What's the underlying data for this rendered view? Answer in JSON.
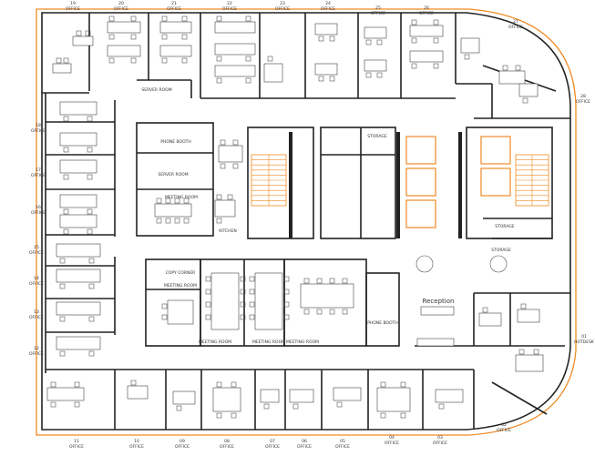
{
  "colors": {
    "wall": "#222222",
    "accent": "#f08a24",
    "background": "#ffffff"
  },
  "offices": [
    {
      "num": "19",
      "label": "OFFICE"
    },
    {
      "num": "20",
      "label": "OFFICE"
    },
    {
      "num": "21",
      "label": "OFFICE"
    },
    {
      "num": "22",
      "label": "OFFICE"
    },
    {
      "num": "23",
      "label": "OFFICE"
    },
    {
      "num": "24",
      "label": "OFFICE"
    },
    {
      "num": "25",
      "label": "OFFICE"
    },
    {
      "num": "26",
      "label": "OFFICE"
    },
    {
      "num": "27",
      "label": "OFFICE"
    },
    {
      "num": "28",
      "label": "OFFICE"
    },
    {
      "num": "18",
      "label": "OFFICE"
    },
    {
      "num": "17",
      "label": "OFFICE"
    },
    {
      "num": "16",
      "label": "OFFICE"
    },
    {
      "num": "15",
      "label": "OFFICE"
    },
    {
      "num": "14",
      "label": "OFFICE"
    },
    {
      "num": "13",
      "label": "OFFICE"
    },
    {
      "num": "12",
      "label": "OFFICE"
    },
    {
      "num": "11",
      "label": "OFFICE"
    },
    {
      "num": "10",
      "label": "OFFICE"
    },
    {
      "num": "09",
      "label": "OFFICE"
    },
    {
      "num": "08",
      "label": "OFFICE"
    },
    {
      "num": "07",
      "label": "OFFICE"
    },
    {
      "num": "06",
      "label": "OFFICE"
    },
    {
      "num": "05",
      "label": "OFFICE"
    },
    {
      "num": "04",
      "label": "OFFICE"
    },
    {
      "num": "03",
      "label": "OFFICE"
    },
    {
      "num": "02",
      "label": "OFFICE"
    },
    {
      "num": "01",
      "label": "HOTDESK"
    }
  ],
  "rooms": {
    "server_room_top": "SERVER ROOM",
    "phone_booth_1": "PHONE BOOTH",
    "server_room_mid": "SERVER ROOM",
    "meeting_room_1": "MEETING ROOM",
    "kitchen": "KITCHEN",
    "storage_1": "STORAGE",
    "storage_2": "STORAGE",
    "storage_3": "STORAGE",
    "copy_corner": "COPY CORNER",
    "meeting_room_2": "MEETING ROOM",
    "meeting_room_3": "MEETING ROOM",
    "meeting_room_4": "MEETING ROOM",
    "meeting_room_5": "MEETING ROOM",
    "phone_booth_2": "PHONE BOOTH",
    "reception": "Reception"
  }
}
